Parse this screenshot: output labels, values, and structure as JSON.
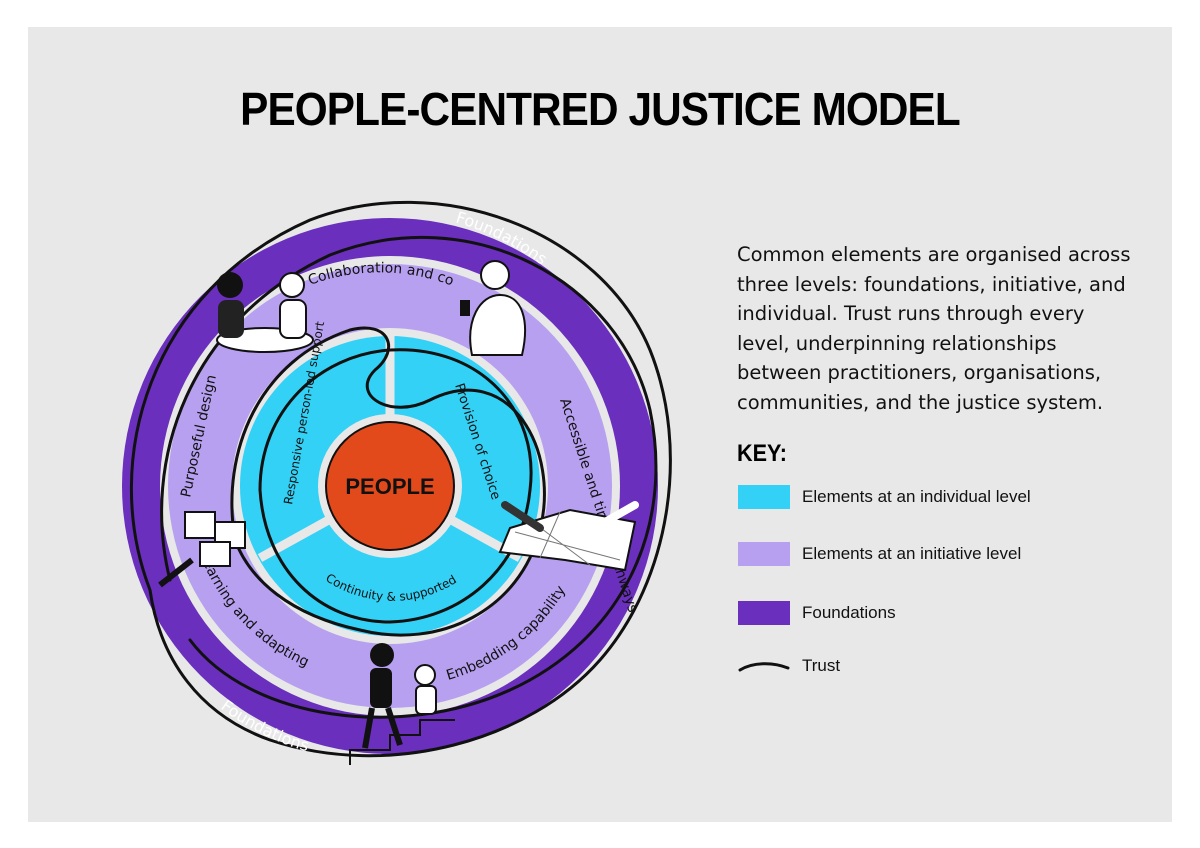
{
  "title": "PEOPLE-CENTRED JUSTICE MODEL",
  "description": "Common elements are organised across three levels: foundations, initiative, and individual. Trust runs through every level, underpinning relationships between practitioners, organisations, communities, and the justice system.",
  "center": {
    "label": "PEOPLE"
  },
  "individual_elements": [
    "Responsive person-led support",
    "Provision of choice",
    "Continuity & supported transitions"
  ],
  "initiative_elements": [
    "Collaboration and coordination",
    "Accessible and timely pathways",
    "Embedding capability",
    "Learning and adapting",
    "Purposeful design"
  ],
  "foundations_labels": [
    "Foundations",
    "Foundations"
  ],
  "key": {
    "title": "KEY:",
    "items": [
      {
        "label": "Elements at an individual level",
        "color": "#33d1f5",
        "icon": "swatch"
      },
      {
        "label": "Elements at an initiative level",
        "color": "#b7a0f0",
        "icon": "swatch"
      },
      {
        "label": "Foundations",
        "color": "#6a2fbd",
        "icon": "swatch"
      },
      {
        "label": "Trust",
        "color": "#111111",
        "icon": "trust-line"
      }
    ]
  },
  "colors": {
    "background": "#e8e8e8",
    "individual": "#33d1f5",
    "initiative": "#b7a0f0",
    "foundations": "#6a2fbd",
    "people": "#e24a1c",
    "trust": "#111111"
  }
}
